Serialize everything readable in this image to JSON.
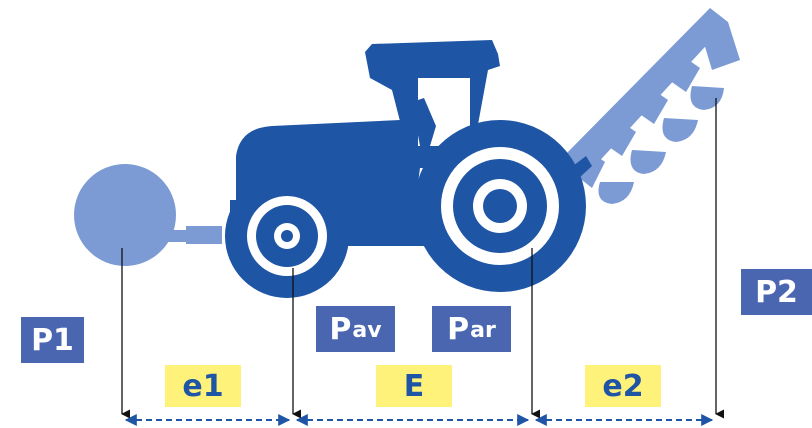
{
  "colors": {
    "tractor": "#1e55a5",
    "implement": "#7c9bd4",
    "label_background": "#4a66b0",
    "distance_label_background": "#fff27a",
    "arrow": "#111111",
    "dimension_line": "#1e55a5"
  },
  "labels": {
    "p1": "P1",
    "p2": "P2",
    "pav_main": "P",
    "pav_sub": "av",
    "par_main": "P",
    "par_sub": "ar",
    "e1": "e1",
    "e": "E",
    "e2": "e2"
  }
}
